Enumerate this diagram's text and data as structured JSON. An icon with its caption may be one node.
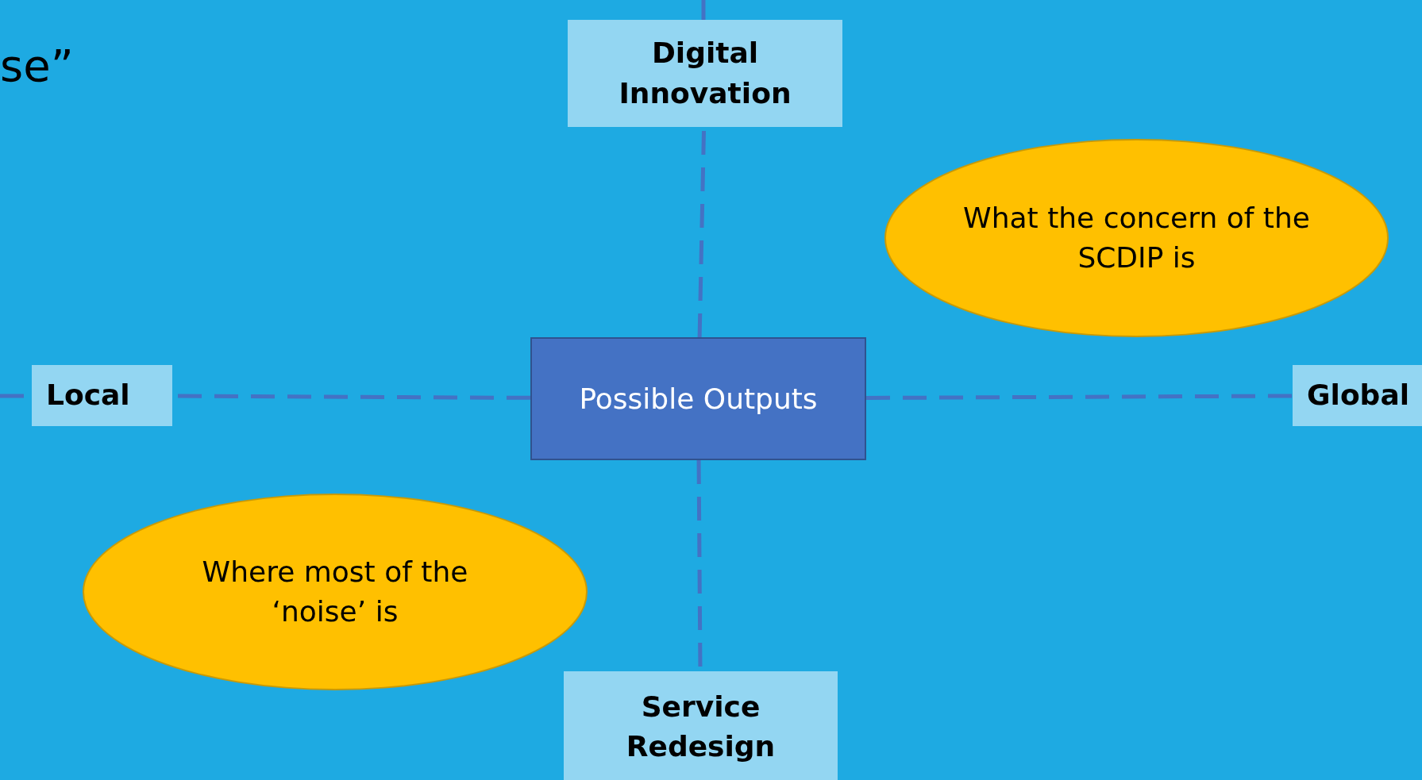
{
  "diagram": {
    "nodes": [
      {
        "text": [
          "Digital Innovation"
        ]
      },
      {
        "text": [
          "What the concern of the SCDIP is"
        ]
      },
      {
        "text": [
          "Local"
        ]
      },
      {
        "text": [
          "Possible Outputs"
        ]
      },
      {
        "text": [
          "Global"
        ]
      },
      {
        "text": [
          "Where most of the ‘noise’ is"
        ]
      },
      {
        "text": [
          "Service Redesign"
        ]
      }
    ],
    "edges": [
      {
        "from": 3,
        "to": 0,
        "arrow": "none",
        "style": "dashed"
      },
      {
        "from": 3,
        "to": 2,
        "arrow": "none",
        "style": "dashed"
      },
      {
        "from": 3,
        "to": 4,
        "arrow": "none",
        "style": "dashed"
      },
      {
        "from": 3,
        "to": 6,
        "arrow": "none",
        "style": "dashed"
      }
    ],
    "labels": [
      "se”"
    ]
  }
}
